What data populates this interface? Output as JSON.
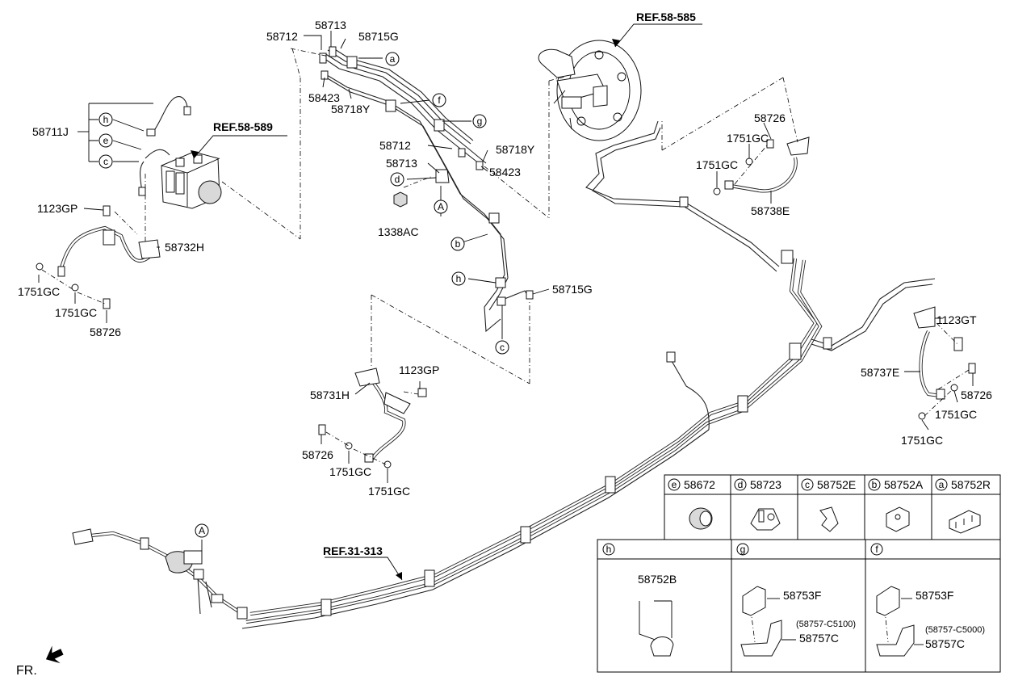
{
  "refs": {
    "booster": "REF.58-585",
    "hecu": "REF.58-589",
    "fuel": "REF.31-313"
  },
  "labels": {
    "p58711J": "58711J",
    "p58712_top": "58712",
    "p58713_top": "58713",
    "p58715G_top": "58715G",
    "p58423_top": "58423",
    "p58718Y_top": "58718Y",
    "p58712_mid": "58712",
    "p58713_mid": "58713",
    "p58718Y_mid": "58718Y",
    "p58423_mid": "58423",
    "p1338AC": "1338AC",
    "p1123GP_left": "1123GP",
    "p58732H": "58732H",
    "p1751GC_l1": "1751GC",
    "p1751GC_l2": "1751GC",
    "p58726_left": "58726",
    "p58715G_mid": "58715G",
    "p1123GP_mid": "1123GP",
    "p58731H": "58731H",
    "p58726_mid": "58726",
    "p1751GC_m1": "1751GC",
    "p1751GC_m2": "1751GC",
    "p58726_tr": "58726",
    "p1751GC_tr1": "1751GC",
    "p1751GC_tr2": "1751GC",
    "p58738E": "58738E",
    "p1123GT": "1123GT",
    "p58737E": "58737E",
    "p58726_r": "58726",
    "p1751GC_r1": "1751GC",
    "p1751GC_r2": "1751GC",
    "fr": "FR."
  },
  "callouts": {
    "a": "a",
    "b": "b",
    "c": "c",
    "d": "d",
    "e": "e",
    "f": "f",
    "g": "g",
    "h": "h",
    "A": "A"
  },
  "legend": {
    "row1": [
      {
        "letter": "e",
        "part": "58672"
      },
      {
        "letter": "d",
        "part": "58723"
      },
      {
        "letter": "c",
        "part": "58752E"
      },
      {
        "letter": "b",
        "part": "58752A"
      },
      {
        "letter": "a",
        "part": "58752R"
      }
    ],
    "row2": [
      {
        "letter": "h",
        "parts": [
          "58752B"
        ]
      },
      {
        "letter": "g",
        "parts": [
          "58753F",
          "(58757-C5100)",
          "58757C"
        ]
      },
      {
        "letter": "f",
        "parts": [
          "58753F",
          "(58757-C5000)",
          "58757C"
        ]
      }
    ]
  }
}
